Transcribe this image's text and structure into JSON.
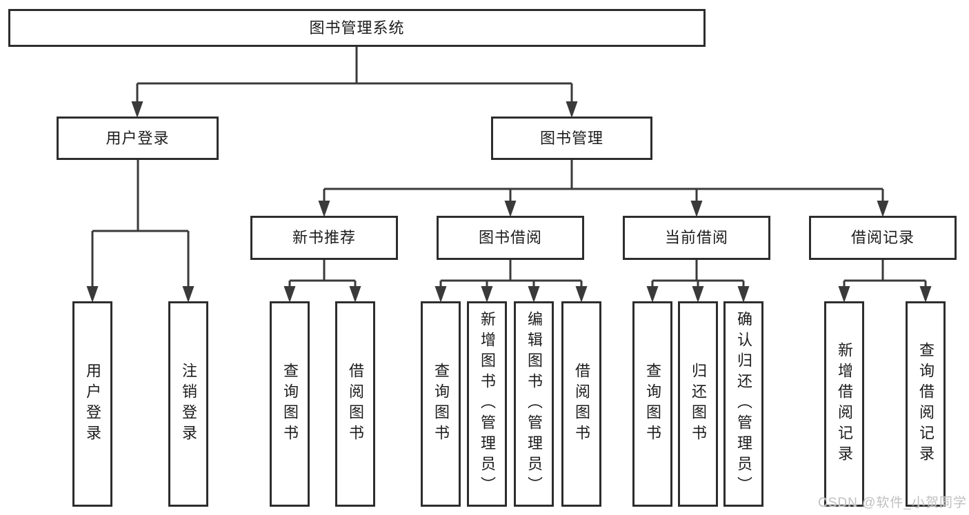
{
  "diagram": {
    "type": "hierarchy-org-chart",
    "colors": {
      "line": "#3a3a3a",
      "box_border": "#2d2d2d",
      "box_fill": "#ffffff",
      "text": "#1c1c1c",
      "watermark": "#c0c0c0",
      "background": "#ffffff"
    },
    "tree": {
      "label": "图书管理系统",
      "children": [
        {
          "label": "用户登录",
          "children": [
            {
              "label": "用户登录"
            },
            {
              "label": "注销登录"
            }
          ]
        },
        {
          "label": "图书管理",
          "children": [
            {
              "label": "新书推荐",
              "children": [
                {
                  "label": "查询图书"
                },
                {
                  "label": "借阅图书"
                }
              ]
            },
            {
              "label": "图书借阅",
              "children": [
                {
                  "label": "查询图书"
                },
                {
                  "label": "新增图书（管理员）"
                },
                {
                  "label": "编辑图书（管理员）"
                },
                {
                  "label": "借阅图书"
                }
              ]
            },
            {
              "label": "当前借阅",
              "children": [
                {
                  "label": "查询图书"
                },
                {
                  "label": "归还图书"
                },
                {
                  "label": "确认归还（管理员）"
                }
              ]
            },
            {
              "label": "借阅记录",
              "children": [
                {
                  "label": "新增借阅记录"
                },
                {
                  "label": "查询借阅记录"
                }
              ]
            }
          ]
        }
      ]
    },
    "watermark": {
      "text": "CSDN @软件_小贺同学"
    }
  }
}
